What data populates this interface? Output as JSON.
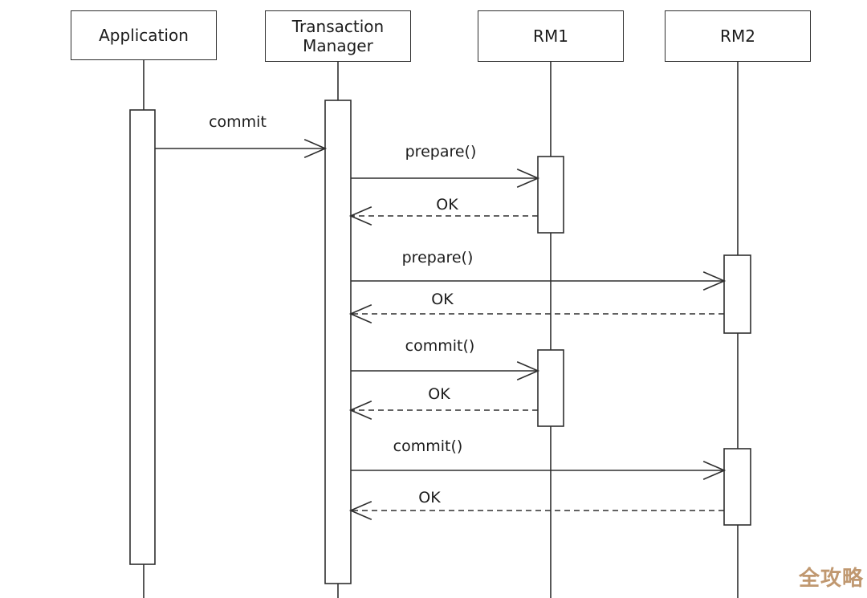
{
  "diagram": {
    "type": "uml-sequence-diagram",
    "participants": [
      {
        "id": "application",
        "label": "Application"
      },
      {
        "id": "transaction-manager",
        "label": "Transaction Manager"
      },
      {
        "id": "rm1",
        "label": "RM1"
      },
      {
        "id": "rm2",
        "label": "RM2"
      }
    ],
    "messages": [
      {
        "from": "Application",
        "to": "Transaction Manager",
        "label": "commit",
        "line": "solid"
      },
      {
        "from": "Transaction Manager",
        "to": "RM1",
        "label": "prepare()",
        "line": "solid"
      },
      {
        "from": "RM1",
        "to": "Transaction Manager",
        "label": "OK",
        "line": "dashed"
      },
      {
        "from": "Transaction Manager",
        "to": "RM2",
        "label": "prepare()",
        "line": "solid"
      },
      {
        "from": "RM2",
        "to": "Transaction Manager",
        "label": "OK",
        "line": "dashed"
      },
      {
        "from": "Transaction Manager",
        "to": "RM1",
        "label": "commit()",
        "line": "solid"
      },
      {
        "from": "RM1",
        "to": "Transaction Manager",
        "label": "OK",
        "line": "dashed"
      },
      {
        "from": "Transaction Manager",
        "to": "RM2",
        "label": "commit()",
        "line": "solid"
      },
      {
        "from": "RM2",
        "to": "Transaction Manager",
        "label": "OK",
        "line": "dashed"
      }
    ],
    "watermark": {
      "text": "全攻略",
      "color": "#c09870"
    },
    "colors": {
      "background": "#ffffff",
      "line": "#2e2e2e",
      "text": "#1c1c1c",
      "activation_fill": "#ffffff"
    }
  }
}
